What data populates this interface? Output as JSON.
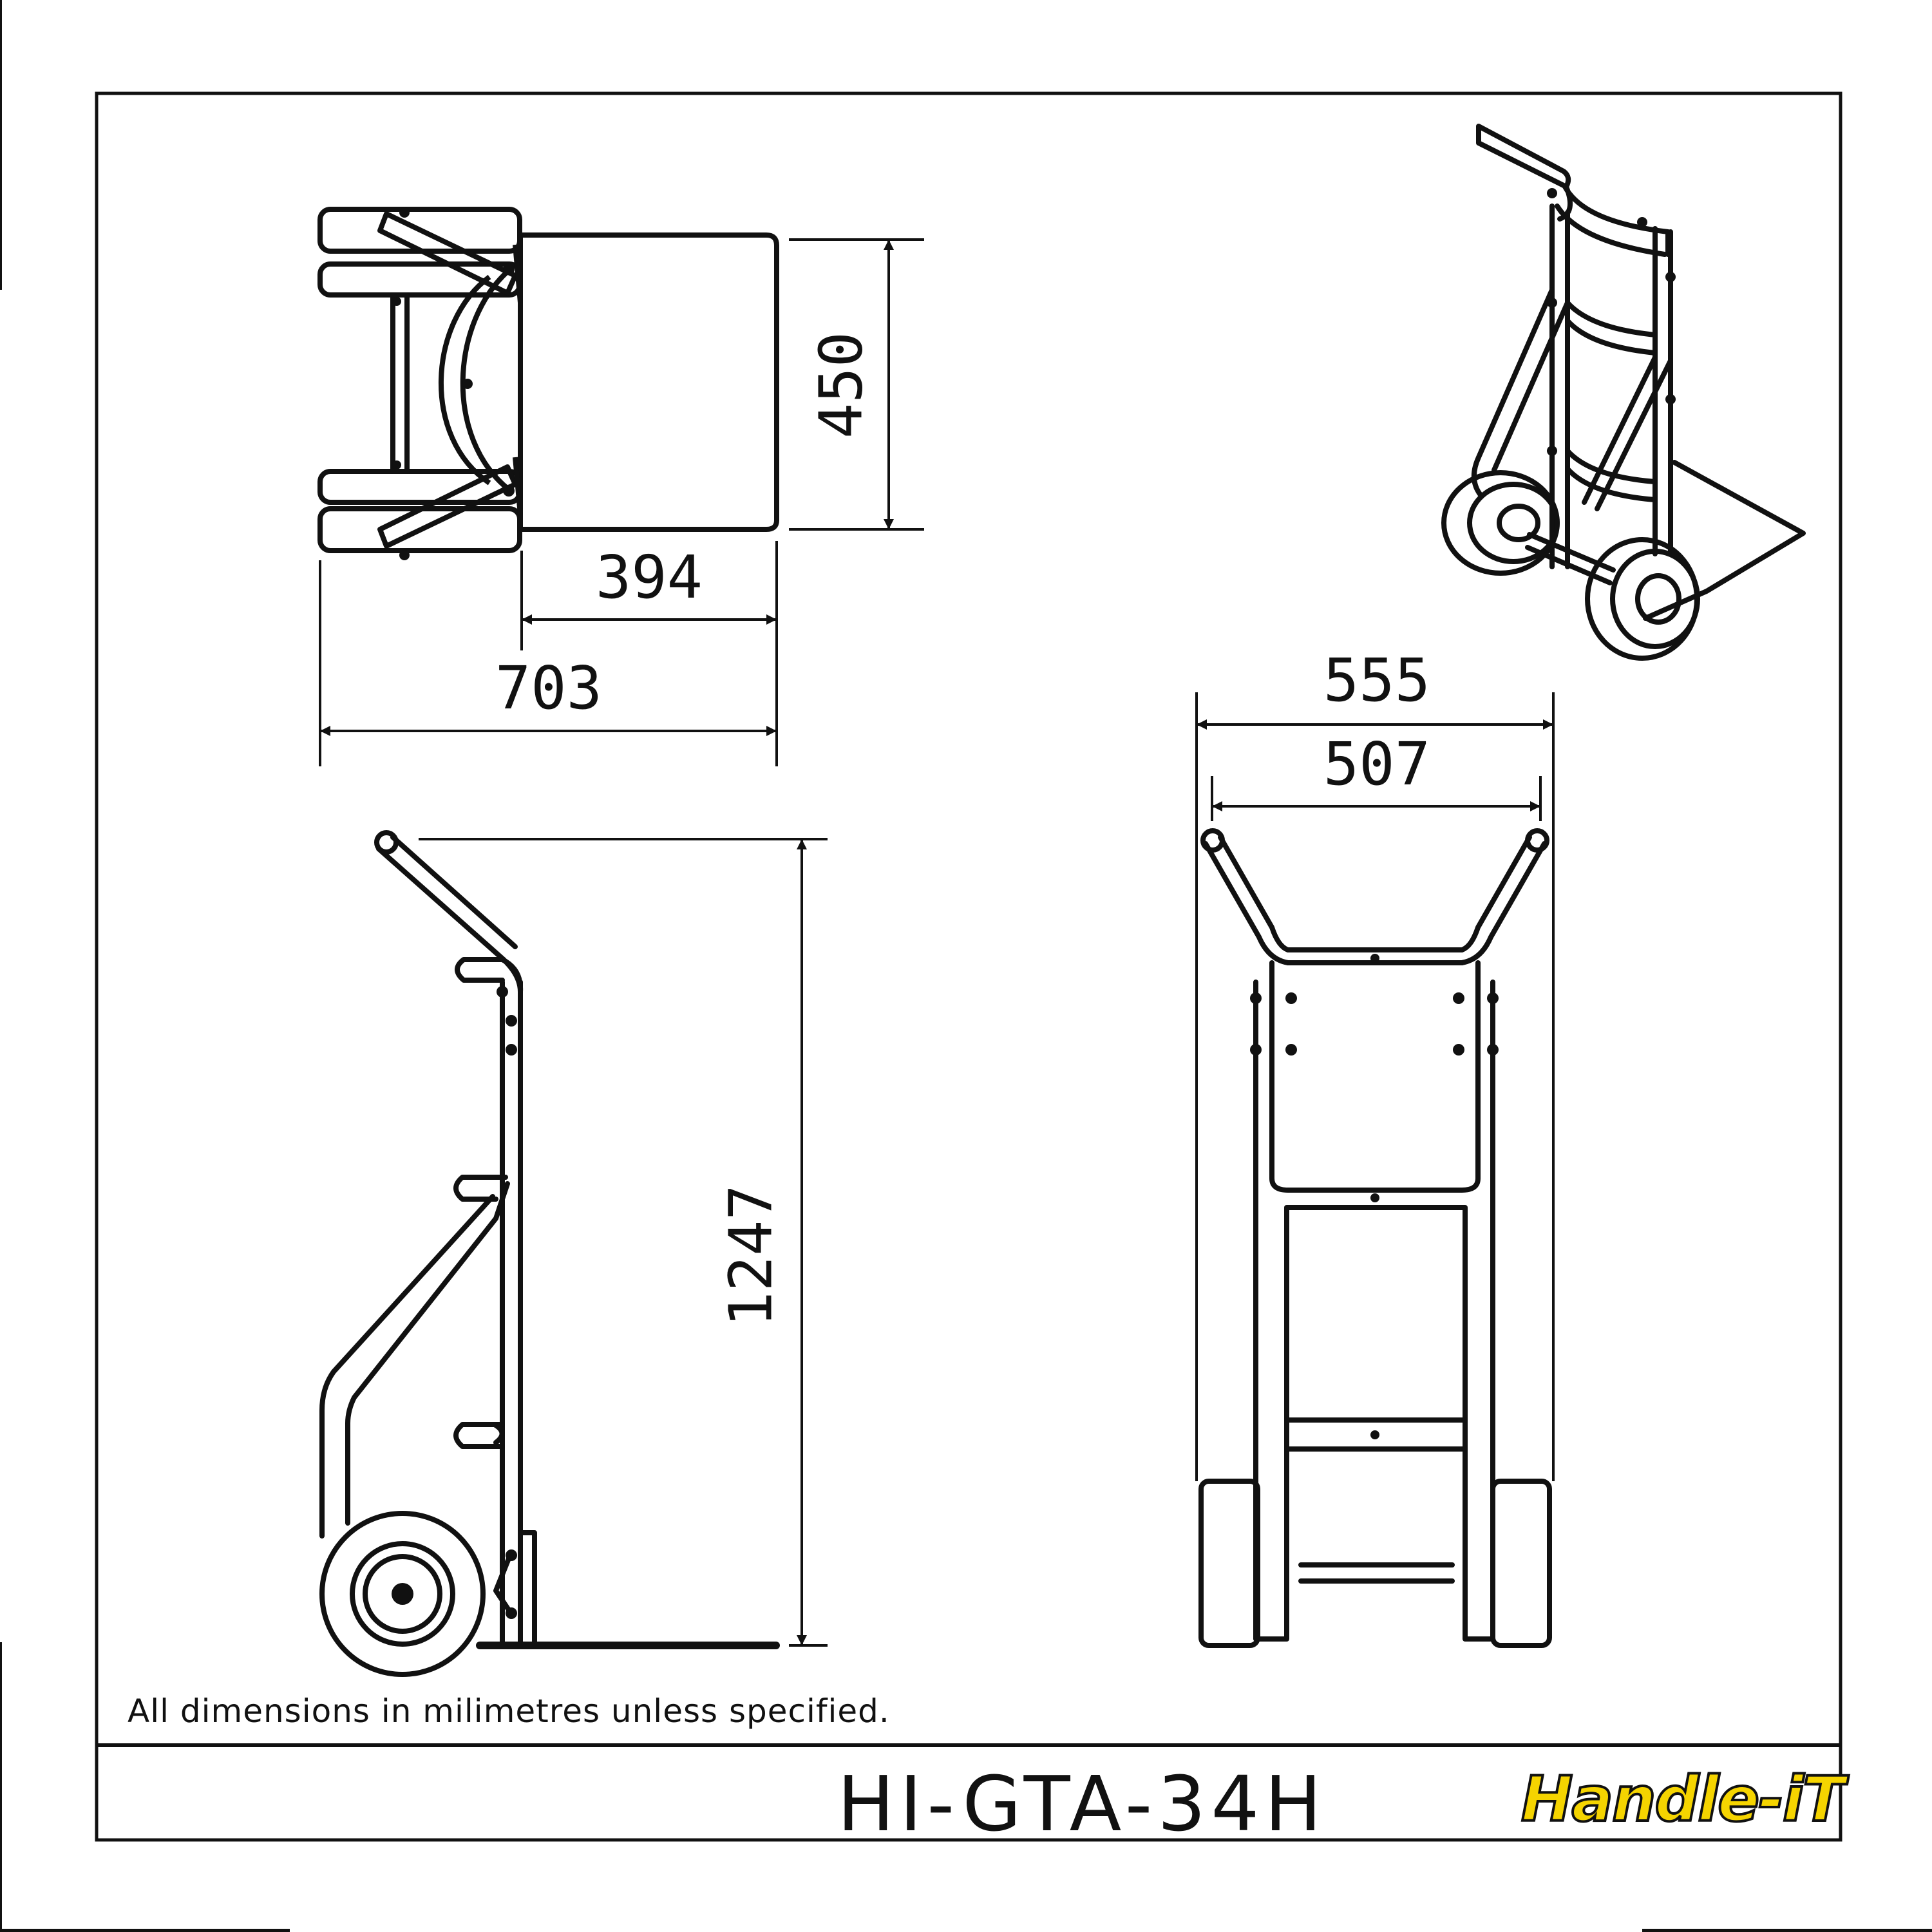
{
  "dimensions": {
    "top_width": "450",
    "top_depth": "394",
    "top_overall": "703",
    "side_height": "1247",
    "front_overall": "555",
    "front_inner": "507"
  },
  "note": "All dimensions in milimetres unless specified.",
  "title_block": {
    "model": "HI-GTA-34H",
    "brand": "Handle-iT",
    "brand_color": "#f5d400"
  }
}
